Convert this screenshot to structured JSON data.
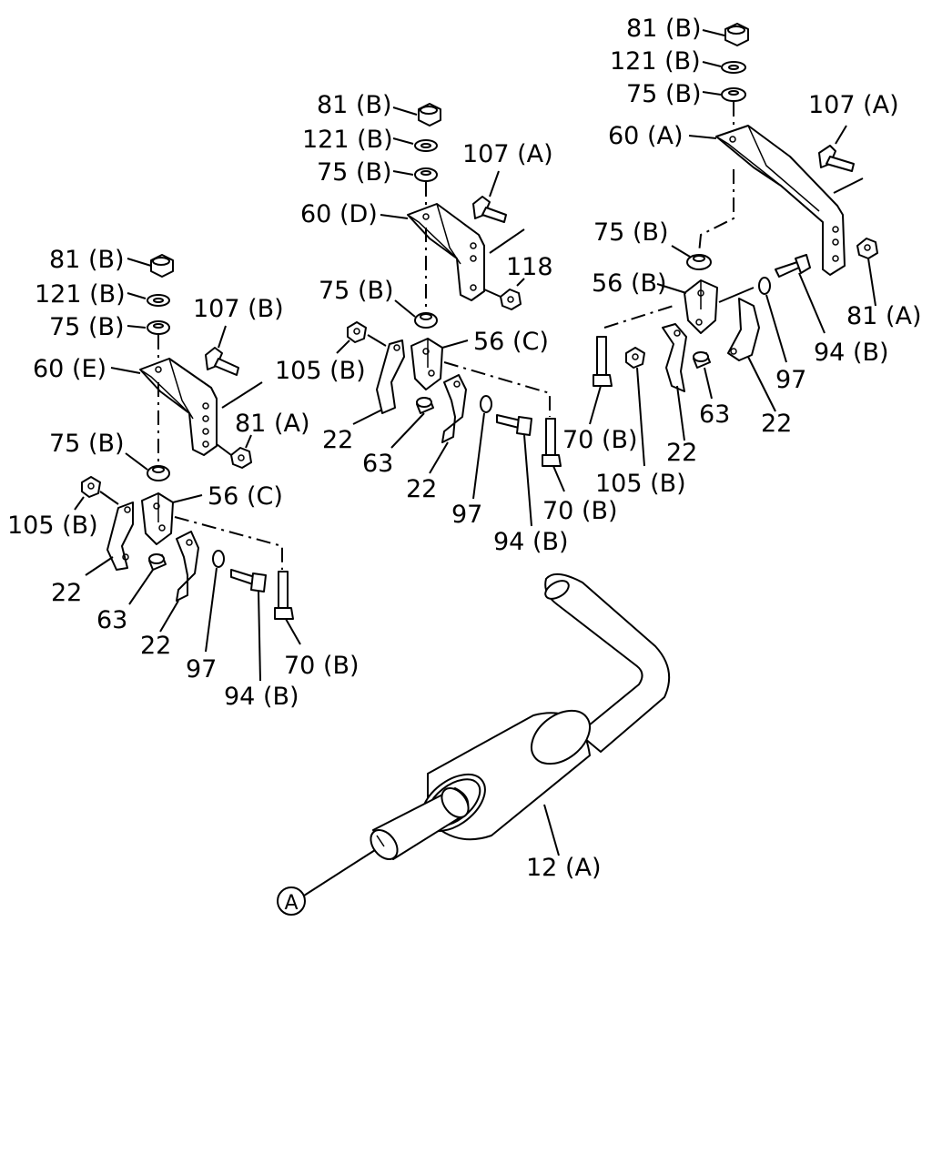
{
  "diagram": {
    "labels": {
      "g1_81B": "81 (B)",
      "g1_121B": "121 (B)",
      "g1_75B_top": "75 (B)",
      "g1_107A": "107 (A)",
      "g1_60A": "60 (A)",
      "g1_75B_low": "75 (B)",
      "g1_56B": "56 (B)",
      "g1_81A": "81 (A)",
      "g1_94B": "94 (B)",
      "g1_97": "97",
      "g1_22_right": "22",
      "g1_63": "63",
      "g1_70B": "70 (B)",
      "g1_105B": "105 (B)",
      "g1_22_left": "22",
      "g2_81B": "81 (B)",
      "g2_121B": "121 (B)",
      "g2_75B_top": "75 (B)",
      "g2_107A": "107 (A)",
      "g2_60D": "60 (D)",
      "g2_118": "118",
      "g2_75B_low": "75 (B)",
      "g2_105B": "105 (B)",
      "g2_56C": "56 (C)",
      "g2_22_left": "22",
      "g2_63": "63",
      "g2_22_mid": "22",
      "g2_97": "97",
      "g2_94B": "94 (B)",
      "g2_70B": "70 (B)",
      "g3_81B": "81 (B)",
      "g3_121B": "121 (B)",
      "g3_75B_top": "75 (B)",
      "g3_107B": "107 (B)",
      "g3_60E": "60 (E)",
      "g3_81A": "81 (A)",
      "g3_75B_low": "75 (B)",
      "g3_105B": "105 (B)",
      "g3_56C": "56 (C)",
      "g3_22_left": "22",
      "g3_63": "63",
      "g3_22_mid": "22",
      "g3_97": "97",
      "g3_94B": "94 (B)",
      "g3_70B": "70 (B)",
      "muffler_12A": "12 (A)",
      "ref_A": "A"
    }
  }
}
